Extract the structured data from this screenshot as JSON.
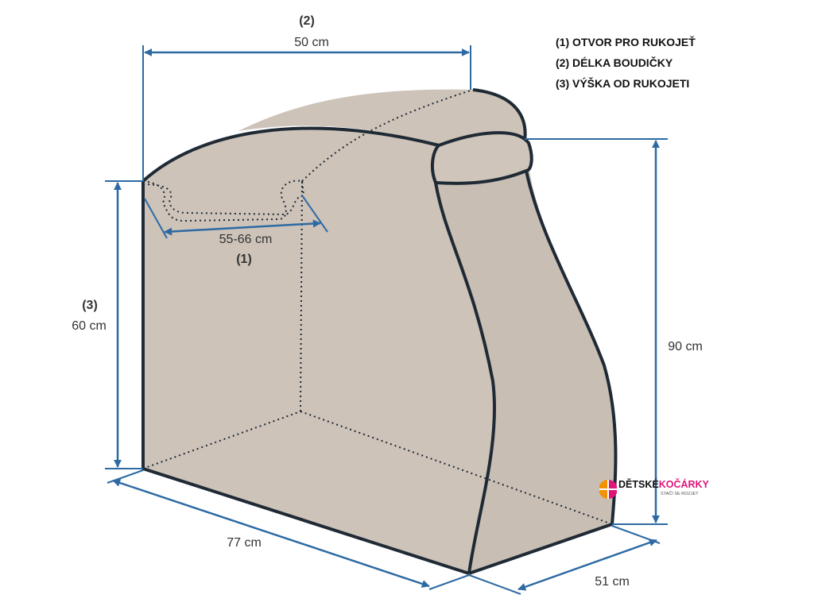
{
  "dimensions": {
    "length_top": {
      "tag": "(2)",
      "value": "50 cm"
    },
    "handle_opening": {
      "value": "55-66 cm",
      "tag": "(1)"
    },
    "height_handle": {
      "tag": "(3)",
      "value": "60 cm"
    },
    "height_total": {
      "value": "90 cm"
    },
    "depth_base": {
      "value": "77 cm"
    },
    "width_base": {
      "value": "51 cm"
    }
  },
  "legend": {
    "items": [
      "(1) OTVOR PRO RUKOJEŤ",
      "(2) DÉLKA BOUDIČKY",
      "(3) VÝŠKA OD RUKOJETI"
    ]
  },
  "logo": {
    "brand_dark": "DĚTSKÉ",
    "brand_pink": "KOČÁRKY",
    "tagline": "STAČÍ SE ROZJET"
  },
  "colors": {
    "cover_fill": "#cdc3b9",
    "outline": "#1f2a35",
    "dimension_blue": "#2d6aa3",
    "brand_pink": "#e0157a"
  }
}
